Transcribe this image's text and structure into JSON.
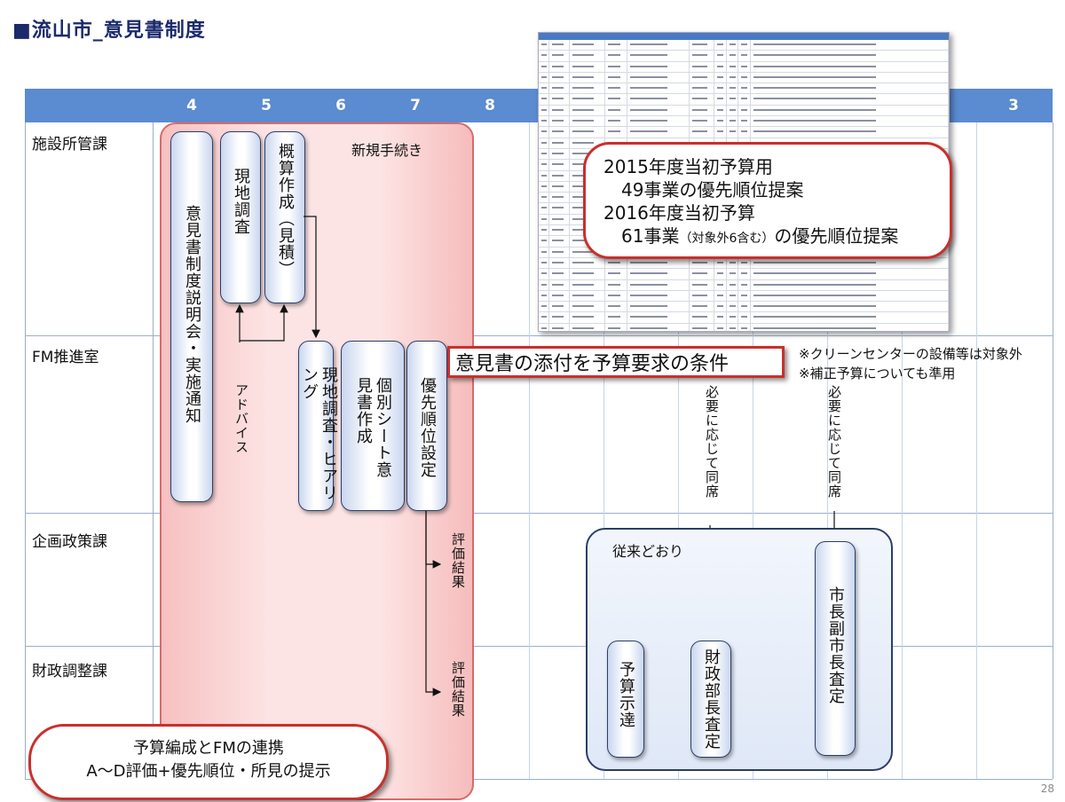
{
  "title": "■流山市_意見書制度",
  "months": [
    "4",
    "5",
    "6",
    "7",
    "8",
    "3"
  ],
  "departments": [
    "施設所管課",
    "FM推進室",
    "企画政策課",
    "財政調整課"
  ],
  "new_procedure_label": "新規手続き",
  "boxes": {
    "briefing": "意見書制度説明会・実施通知",
    "site_survey_1": "現地調査",
    "estimate": "概算作成（見積）",
    "site_survey_2": "現地調査・ヒアリング",
    "individual_sheet": "個別シート意見書作成",
    "priority": "優先順位設定",
    "budget_notice": "予算示達",
    "finance_director": "財政部長査定",
    "mayor": "市長副市長査定"
  },
  "advice_label": "アドバイス",
  "eval_result_1": "評価結果",
  "eval_result_2": "評価結果",
  "callout": {
    "line1": "2015年度当初予算用",
    "line2": "49事業の優先順位提案",
    "line3": "2016年度当初予算",
    "line4a": "61事業",
    "line4b": "（対象外6含む）",
    "line4c": "の優先順位提案"
  },
  "condition": "意見書の添付を予算要求の条件",
  "notes": [
    "※クリーンセンターの設備等は対象外",
    "※補正予算についても準用"
  ],
  "attend_1": "必要に応じて同席",
  "attend_2": "必要に応じて同席",
  "conventional_label": "従来どおり",
  "bottom": {
    "line1": "予算編成とFMの連携",
    "line2": "A～D評価+優先順位・所見の提示"
  },
  "page_number": "28",
  "colors": {
    "header": "#5b8bd0",
    "accent_red": "#c9302c",
    "title": "#1b2a6b"
  }
}
